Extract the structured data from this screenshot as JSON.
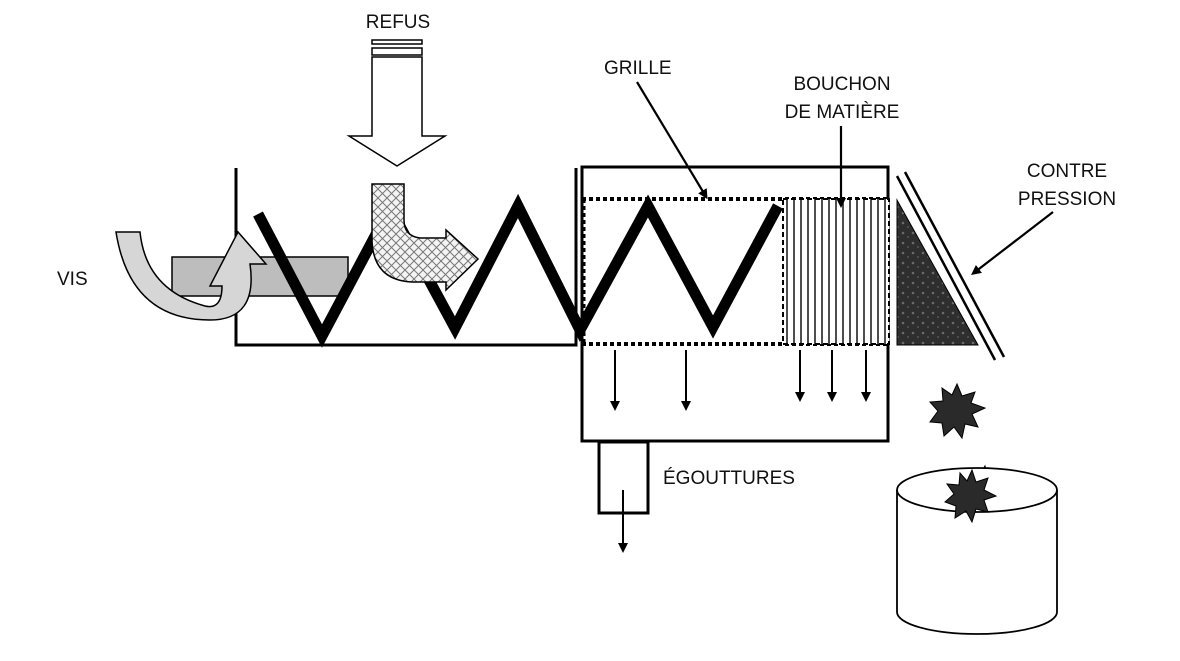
{
  "labels": {
    "refus": "REFUS",
    "grille": "GRILLE",
    "bouchon_line1": "BOUCHON",
    "bouchon_line2": "DE MATIÈRE",
    "contre_line1": "CONTRE",
    "contre_line2": "PRESSION",
    "vis": "VIS",
    "egouttures": "ÉGOUTTURES"
  },
  "colors": {
    "stroke": "#000000",
    "shaft": "#bdbdbd",
    "rotation_arrow": "#d6d6d6",
    "plug_block": "#2b2b2b",
    "background": "#ffffff"
  }
}
